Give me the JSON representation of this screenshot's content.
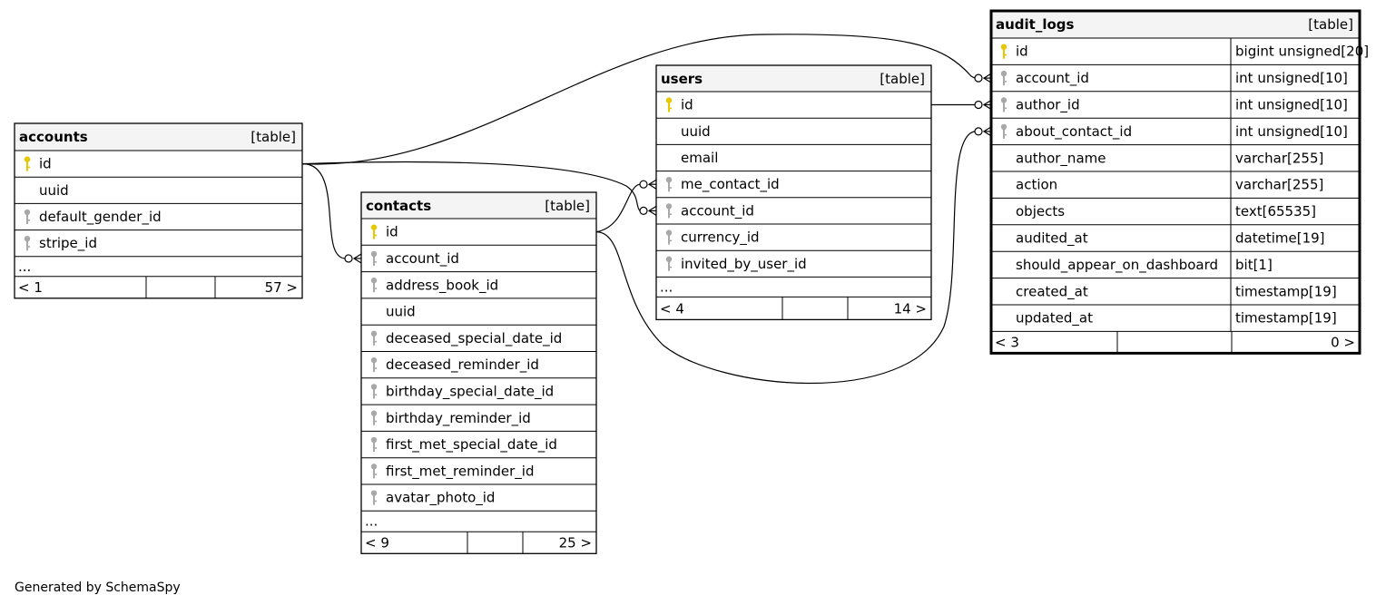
{
  "footer": "Generated by SchemaSpy",
  "tables": [
    {
      "name": "accounts",
      "type": "[table]",
      "key": "accounts",
      "columns": [
        {
          "name": "id",
          "key": "primary"
        },
        {
          "name": "uuid",
          "key": "none"
        },
        {
          "name": "default_gender_id",
          "key": "foreign"
        },
        {
          "name": "stripe_id",
          "key": "foreign"
        }
      ],
      "ellipsis": "...",
      "footer": {
        "left": "< 1",
        "right": "57 >"
      }
    },
    {
      "name": "contacts",
      "type": "[table]",
      "key": "contacts",
      "columns": [
        {
          "name": "id",
          "key": "primary"
        },
        {
          "name": "account_id",
          "key": "foreign"
        },
        {
          "name": "address_book_id",
          "key": "foreign"
        },
        {
          "name": "uuid",
          "key": "none"
        },
        {
          "name": "deceased_special_date_id",
          "key": "foreign"
        },
        {
          "name": "deceased_reminder_id",
          "key": "foreign"
        },
        {
          "name": "birthday_special_date_id",
          "key": "foreign"
        },
        {
          "name": "birthday_reminder_id",
          "key": "foreign"
        },
        {
          "name": "first_met_special_date_id",
          "key": "foreign"
        },
        {
          "name": "first_met_reminder_id",
          "key": "foreign"
        },
        {
          "name": "avatar_photo_id",
          "key": "foreign"
        }
      ],
      "ellipsis": "...",
      "footer": {
        "left": "< 9",
        "right": "25 >"
      }
    },
    {
      "name": "users",
      "type": "[table]",
      "key": "users",
      "columns": [
        {
          "name": "id",
          "key": "primary"
        },
        {
          "name": "uuid",
          "key": "none"
        },
        {
          "name": "email",
          "key": "none"
        },
        {
          "name": "me_contact_id",
          "key": "foreign"
        },
        {
          "name": "account_id",
          "key": "foreign"
        },
        {
          "name": "currency_id",
          "key": "foreign"
        },
        {
          "name": "invited_by_user_id",
          "key": "foreign"
        }
      ],
      "ellipsis": "...",
      "footer": {
        "left": "< 4",
        "right": "14 >"
      }
    },
    {
      "name": "audit_logs",
      "type": "[table]",
      "key": "audit_logs",
      "columns": [
        {
          "name": "id",
          "key": "primary",
          "dtype": "bigint unsigned[20]"
        },
        {
          "name": "account_id",
          "key": "foreign",
          "dtype": "int unsigned[10]"
        },
        {
          "name": "author_id",
          "key": "foreign",
          "dtype": "int unsigned[10]"
        },
        {
          "name": "about_contact_id",
          "key": "foreign",
          "dtype": "int unsigned[10]"
        },
        {
          "name": "author_name",
          "key": "none",
          "dtype": "varchar[255]"
        },
        {
          "name": "action",
          "key": "none",
          "dtype": "varchar[255]"
        },
        {
          "name": "objects",
          "key": "none",
          "dtype": "text[65535]"
        },
        {
          "name": "audited_at",
          "key": "none",
          "dtype": "datetime[19]"
        },
        {
          "name": "should_appear_on_dashboard",
          "key": "none",
          "dtype": "bit[1]"
        },
        {
          "name": "created_at",
          "key": "none",
          "dtype": "timestamp[19]"
        },
        {
          "name": "updated_at",
          "key": "none",
          "dtype": "timestamp[19]"
        }
      ],
      "footer": {
        "left": "< 3",
        "right": "0 >"
      }
    }
  ],
  "relationships": [
    {
      "from": "accounts.id",
      "to": "audit_logs.account_id"
    },
    {
      "from": "accounts.id",
      "to": "contacts.account_id"
    },
    {
      "from": "accounts.id",
      "to": "users.account_id"
    },
    {
      "from": "contacts.id",
      "to": "users.me_contact_id"
    },
    {
      "from": "contacts.id",
      "to": "audit_logs.about_contact_id"
    },
    {
      "from": "users.id",
      "to": "audit_logs.author_id"
    }
  ]
}
